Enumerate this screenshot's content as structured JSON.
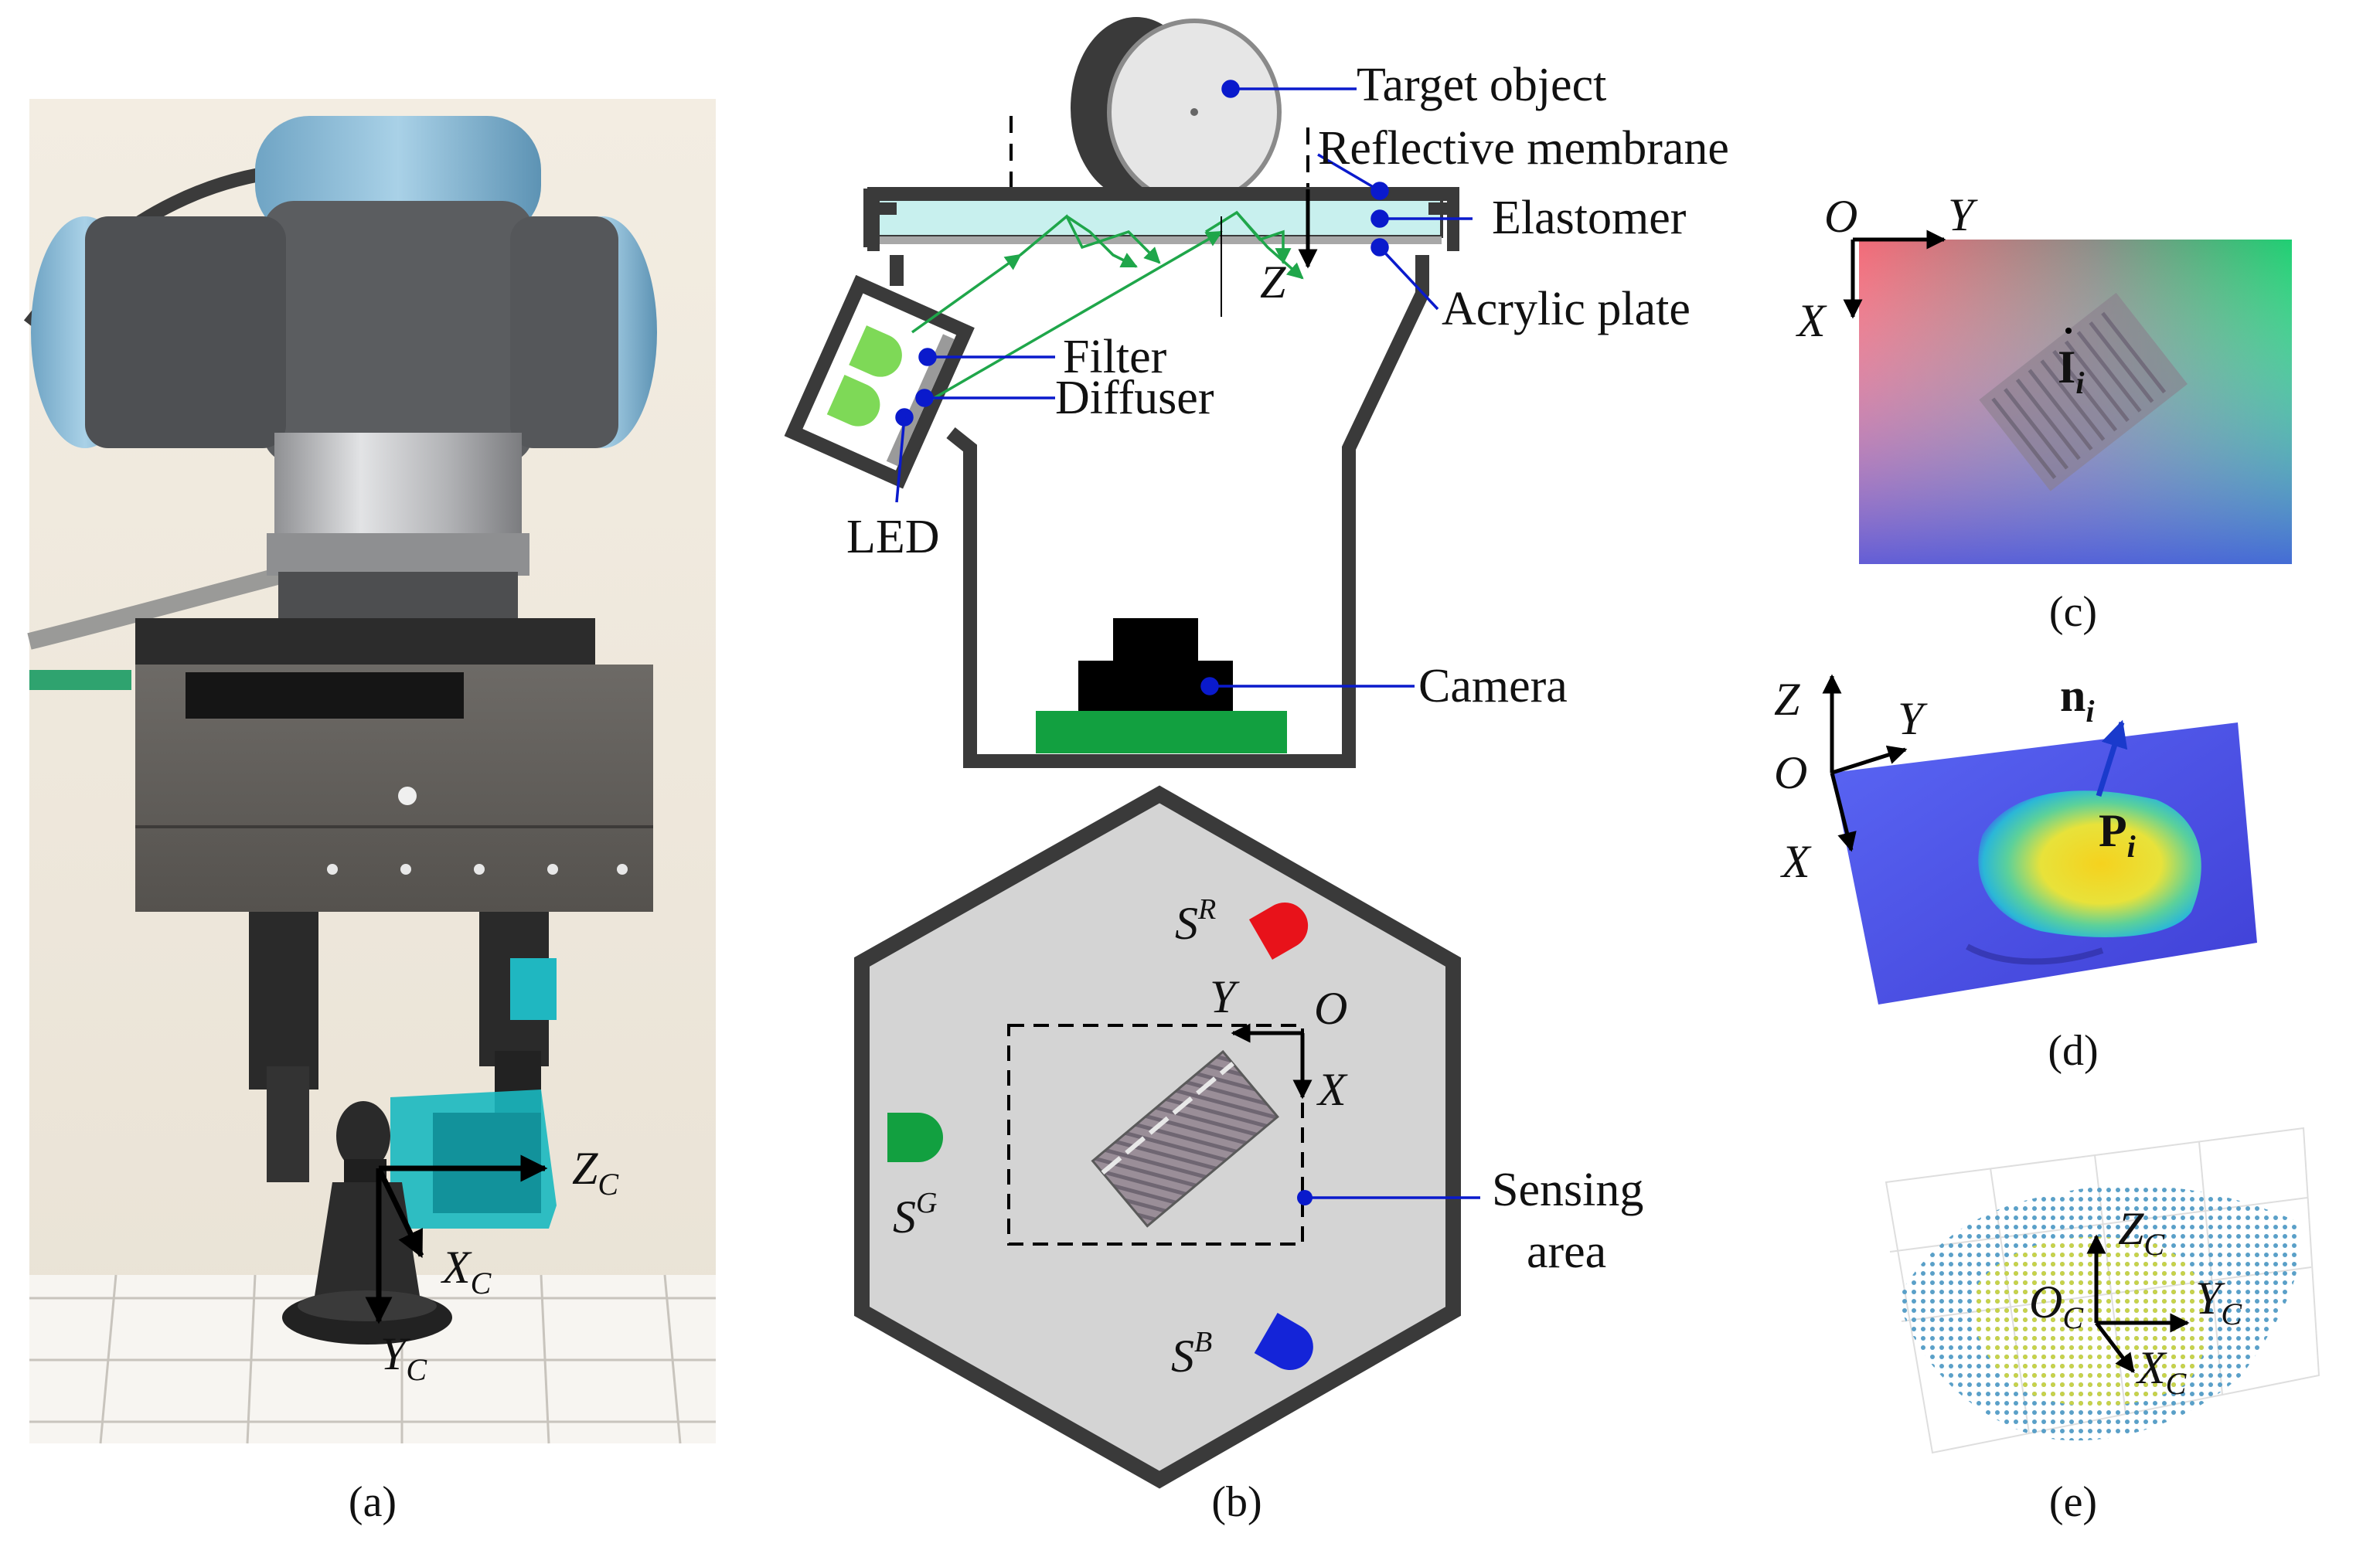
{
  "captions": {
    "a": "(a)",
    "b": "(b)",
    "c": "(c)",
    "d": "(d)",
    "e": "(e)"
  },
  "panel_a": {
    "axes": {
      "z": "Z",
      "z_sub": "C",
      "x": "X",
      "x_sub": "C",
      "y": "Y",
      "y_sub": "C"
    }
  },
  "panel_b": {
    "labels": {
      "target_object": "Target object",
      "reflective_membrane": "Reflective membrane",
      "elastomer": "Elastomer",
      "acrylic_plate": "Acrylic plate",
      "filter": "Filter",
      "diffuser": "Diffuser",
      "led": "LED",
      "camera": "Camera",
      "z_axis": "Z"
    },
    "hexagon": {
      "sensors": [
        {
          "letter": "S",
          "sup": "R",
          "color": "#e8121a"
        },
        {
          "letter": "S",
          "sup": "G",
          "color": "#12a040"
        },
        {
          "letter": "S",
          "sup": "B",
          "color": "#1424d8"
        }
      ],
      "axes": {
        "origin": "O",
        "y": "Y",
        "x": "X"
      },
      "sensing_area_line1": "Sensing",
      "sensing_area_line2": "area"
    },
    "colors": {
      "outline": "#3a3a3a",
      "elastomer": "#c8f0ee",
      "led_green": "#7ed957",
      "ray_green": "#1fa64a",
      "pcb_green": "#12a040",
      "leader_blue": "#0a1acc",
      "hex_fill": "#d4d4d4"
    }
  },
  "panel_c": {
    "axes": {
      "origin": "O",
      "y": "Y",
      "x": "X"
    },
    "image_label": "I",
    "image_sub": "i"
  },
  "panel_d": {
    "axes": {
      "z": "Z",
      "y": "Y",
      "origin": "O",
      "x": "X"
    },
    "normal_label": "n",
    "normal_sub": "i",
    "point_label": "P",
    "point_sub": "i"
  },
  "panel_e": {
    "axes": {
      "z": "Z",
      "z_sub": "C",
      "origin": "O",
      "origin_sub": "C",
      "y": "Y",
      "y_sub": "C",
      "x": "X",
      "x_sub": "C"
    }
  }
}
